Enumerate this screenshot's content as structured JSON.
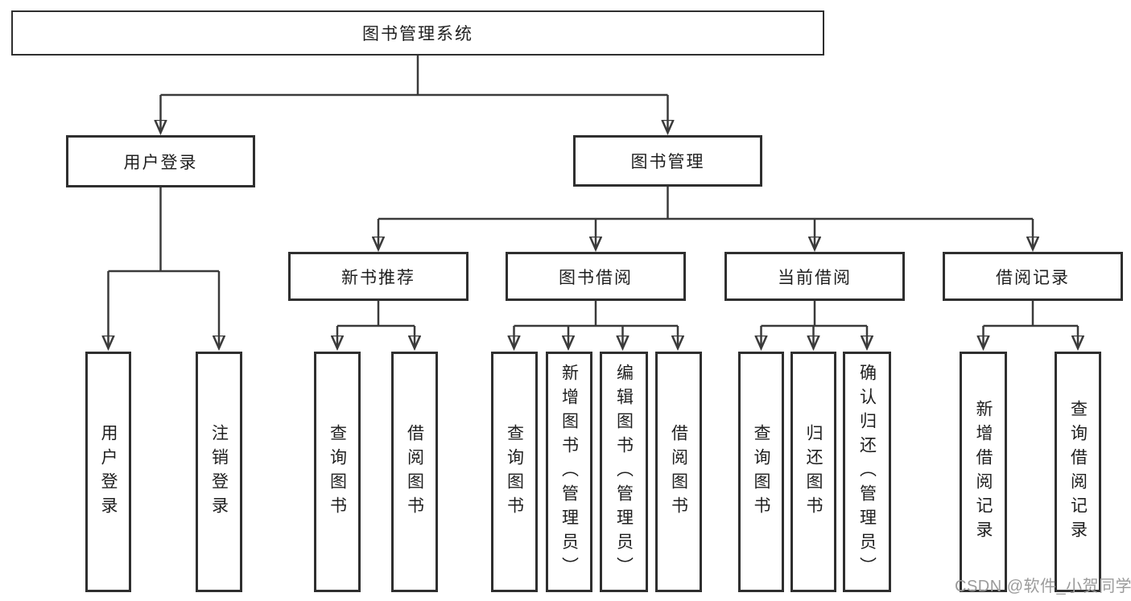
{
  "diagram_type": "hierarchy",
  "colors": {
    "background": "#ffffff",
    "line": "#3a3a3a",
    "box_border": "#2f2f2f",
    "text": "#1f1f1f",
    "watermark": "#9b9b9b"
  },
  "nodes": {
    "root": {
      "label": "图书管理系统"
    },
    "user_login": {
      "label": "用户登录"
    },
    "book_mgmt": {
      "label": "图书管理"
    },
    "new_book_rec": {
      "label": "新书推荐"
    },
    "book_borrow": {
      "label": "图书借阅"
    },
    "current_borrow": {
      "label": "当前借阅"
    },
    "borrow_records": {
      "label": "借阅记录"
    },
    "leaf_user_login": {
      "label": "用户登录"
    },
    "leaf_logout": {
      "label": "注销登录"
    },
    "nb_query_book": {
      "label": "查询图书"
    },
    "nb_borrow_book": {
      "label": "借阅图书"
    },
    "bb_query_book": {
      "label": "查询图书"
    },
    "bb_add_book": {
      "label": "新增图书（管理员）"
    },
    "bb_edit_book": {
      "label": "编辑图书（管理员）"
    },
    "bb_borrow_book": {
      "label": "借阅图书"
    },
    "cb_query_book": {
      "label": "查询图书"
    },
    "cb_return_book": {
      "label": "归还图书"
    },
    "cb_confirm_return": {
      "label": "确认归还（管理员）"
    },
    "br_add_record": {
      "label": "新增借阅记录"
    },
    "br_query_record": {
      "label": "查询借阅记录"
    }
  },
  "hierarchy": {
    "图书管理系统": {
      "用户登录": [
        "用户登录",
        "注销登录"
      ],
      "图书管理": {
        "新书推荐": [
          "查询图书",
          "借阅图书"
        ],
        "图书借阅": [
          "查询图书",
          "新增图书（管理员）",
          "编辑图书（管理员）",
          "借阅图书"
        ],
        "当前借阅": [
          "查询图书",
          "归还图书",
          "确认归还（管理员）"
        ],
        "借阅记录": [
          "新增借阅记录",
          "查询借阅记录"
        ]
      }
    }
  },
  "watermark": {
    "text": "CSDN @软件_小贺同学"
  }
}
